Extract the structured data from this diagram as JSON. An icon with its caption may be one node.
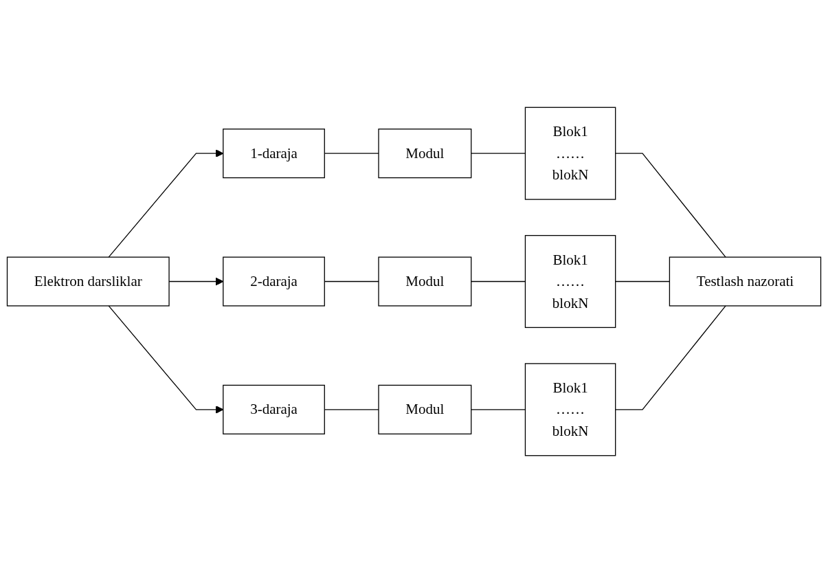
{
  "diagram": {
    "nodes": [
      {
        "text": [
          "Elektron darsliklar"
        ]
      },
      {
        "text": [
          "1-daraja"
        ]
      },
      {
        "text": [
          "Modul"
        ]
      },
      {
        "text": [
          "Blok1",
          "……",
          "blokN"
        ]
      },
      {
        "text": [
          "2-daraja"
        ]
      },
      {
        "text": [
          "Modul"
        ]
      },
      {
        "text": [
          "Blok1",
          "……",
          "blokN"
        ]
      },
      {
        "text": [
          "3-daraja"
        ]
      },
      {
        "text": [
          "Modul"
        ]
      },
      {
        "text": [
          "Blok1",
          "……",
          "blokN"
        ]
      },
      {
        "text": [
          "Testlash nazorati"
        ]
      }
    ],
    "edges": [
      {
        "from": 0,
        "to": 1,
        "arrow": "to"
      },
      {
        "from": 0,
        "to": 4,
        "arrow": "to"
      },
      {
        "from": 0,
        "to": 7,
        "arrow": "to"
      },
      {
        "from": 1,
        "to": 2,
        "arrow": "none"
      },
      {
        "from": 2,
        "to": 3,
        "arrow": "none"
      },
      {
        "from": 3,
        "to": 10,
        "arrow": "none"
      },
      {
        "from": 4,
        "to": 5,
        "arrow": "none"
      },
      {
        "from": 5,
        "to": 6,
        "arrow": "none"
      },
      {
        "from": 6,
        "to": 10,
        "arrow": "none"
      },
      {
        "from": 7,
        "to": 8,
        "arrow": "none"
      },
      {
        "from": 8,
        "to": 9,
        "arrow": "none"
      },
      {
        "from": 9,
        "to": 10,
        "arrow": "none"
      }
    ]
  }
}
